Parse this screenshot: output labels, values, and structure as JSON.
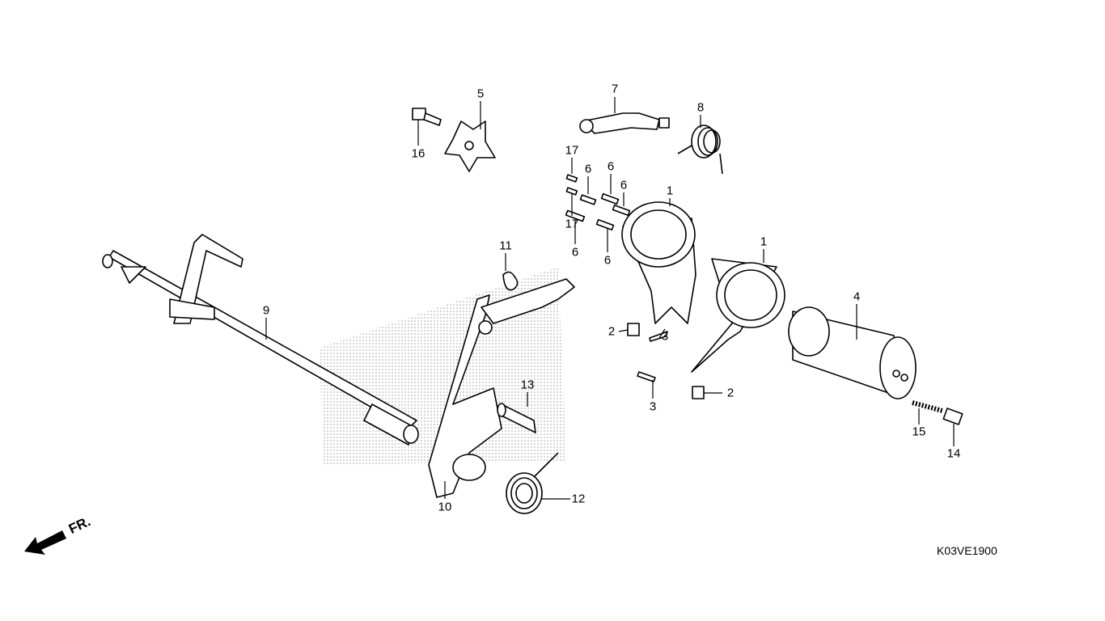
{
  "diagram": {
    "code": "K03VE1900",
    "front_indicator": "FR.",
    "callouts": [
      "5",
      "16",
      "7",
      "8",
      "17",
      "17",
      "6",
      "6",
      "6",
      "6",
      "6",
      "1",
      "1",
      "11",
      "9",
      "2",
      "3",
      "3",
      "2",
      "4",
      "13",
      "10",
      "12",
      "15",
      "14"
    ]
  },
  "colors": {
    "line": "#000000",
    "background": "#ffffff",
    "watermark": "#9a9a9a"
  }
}
